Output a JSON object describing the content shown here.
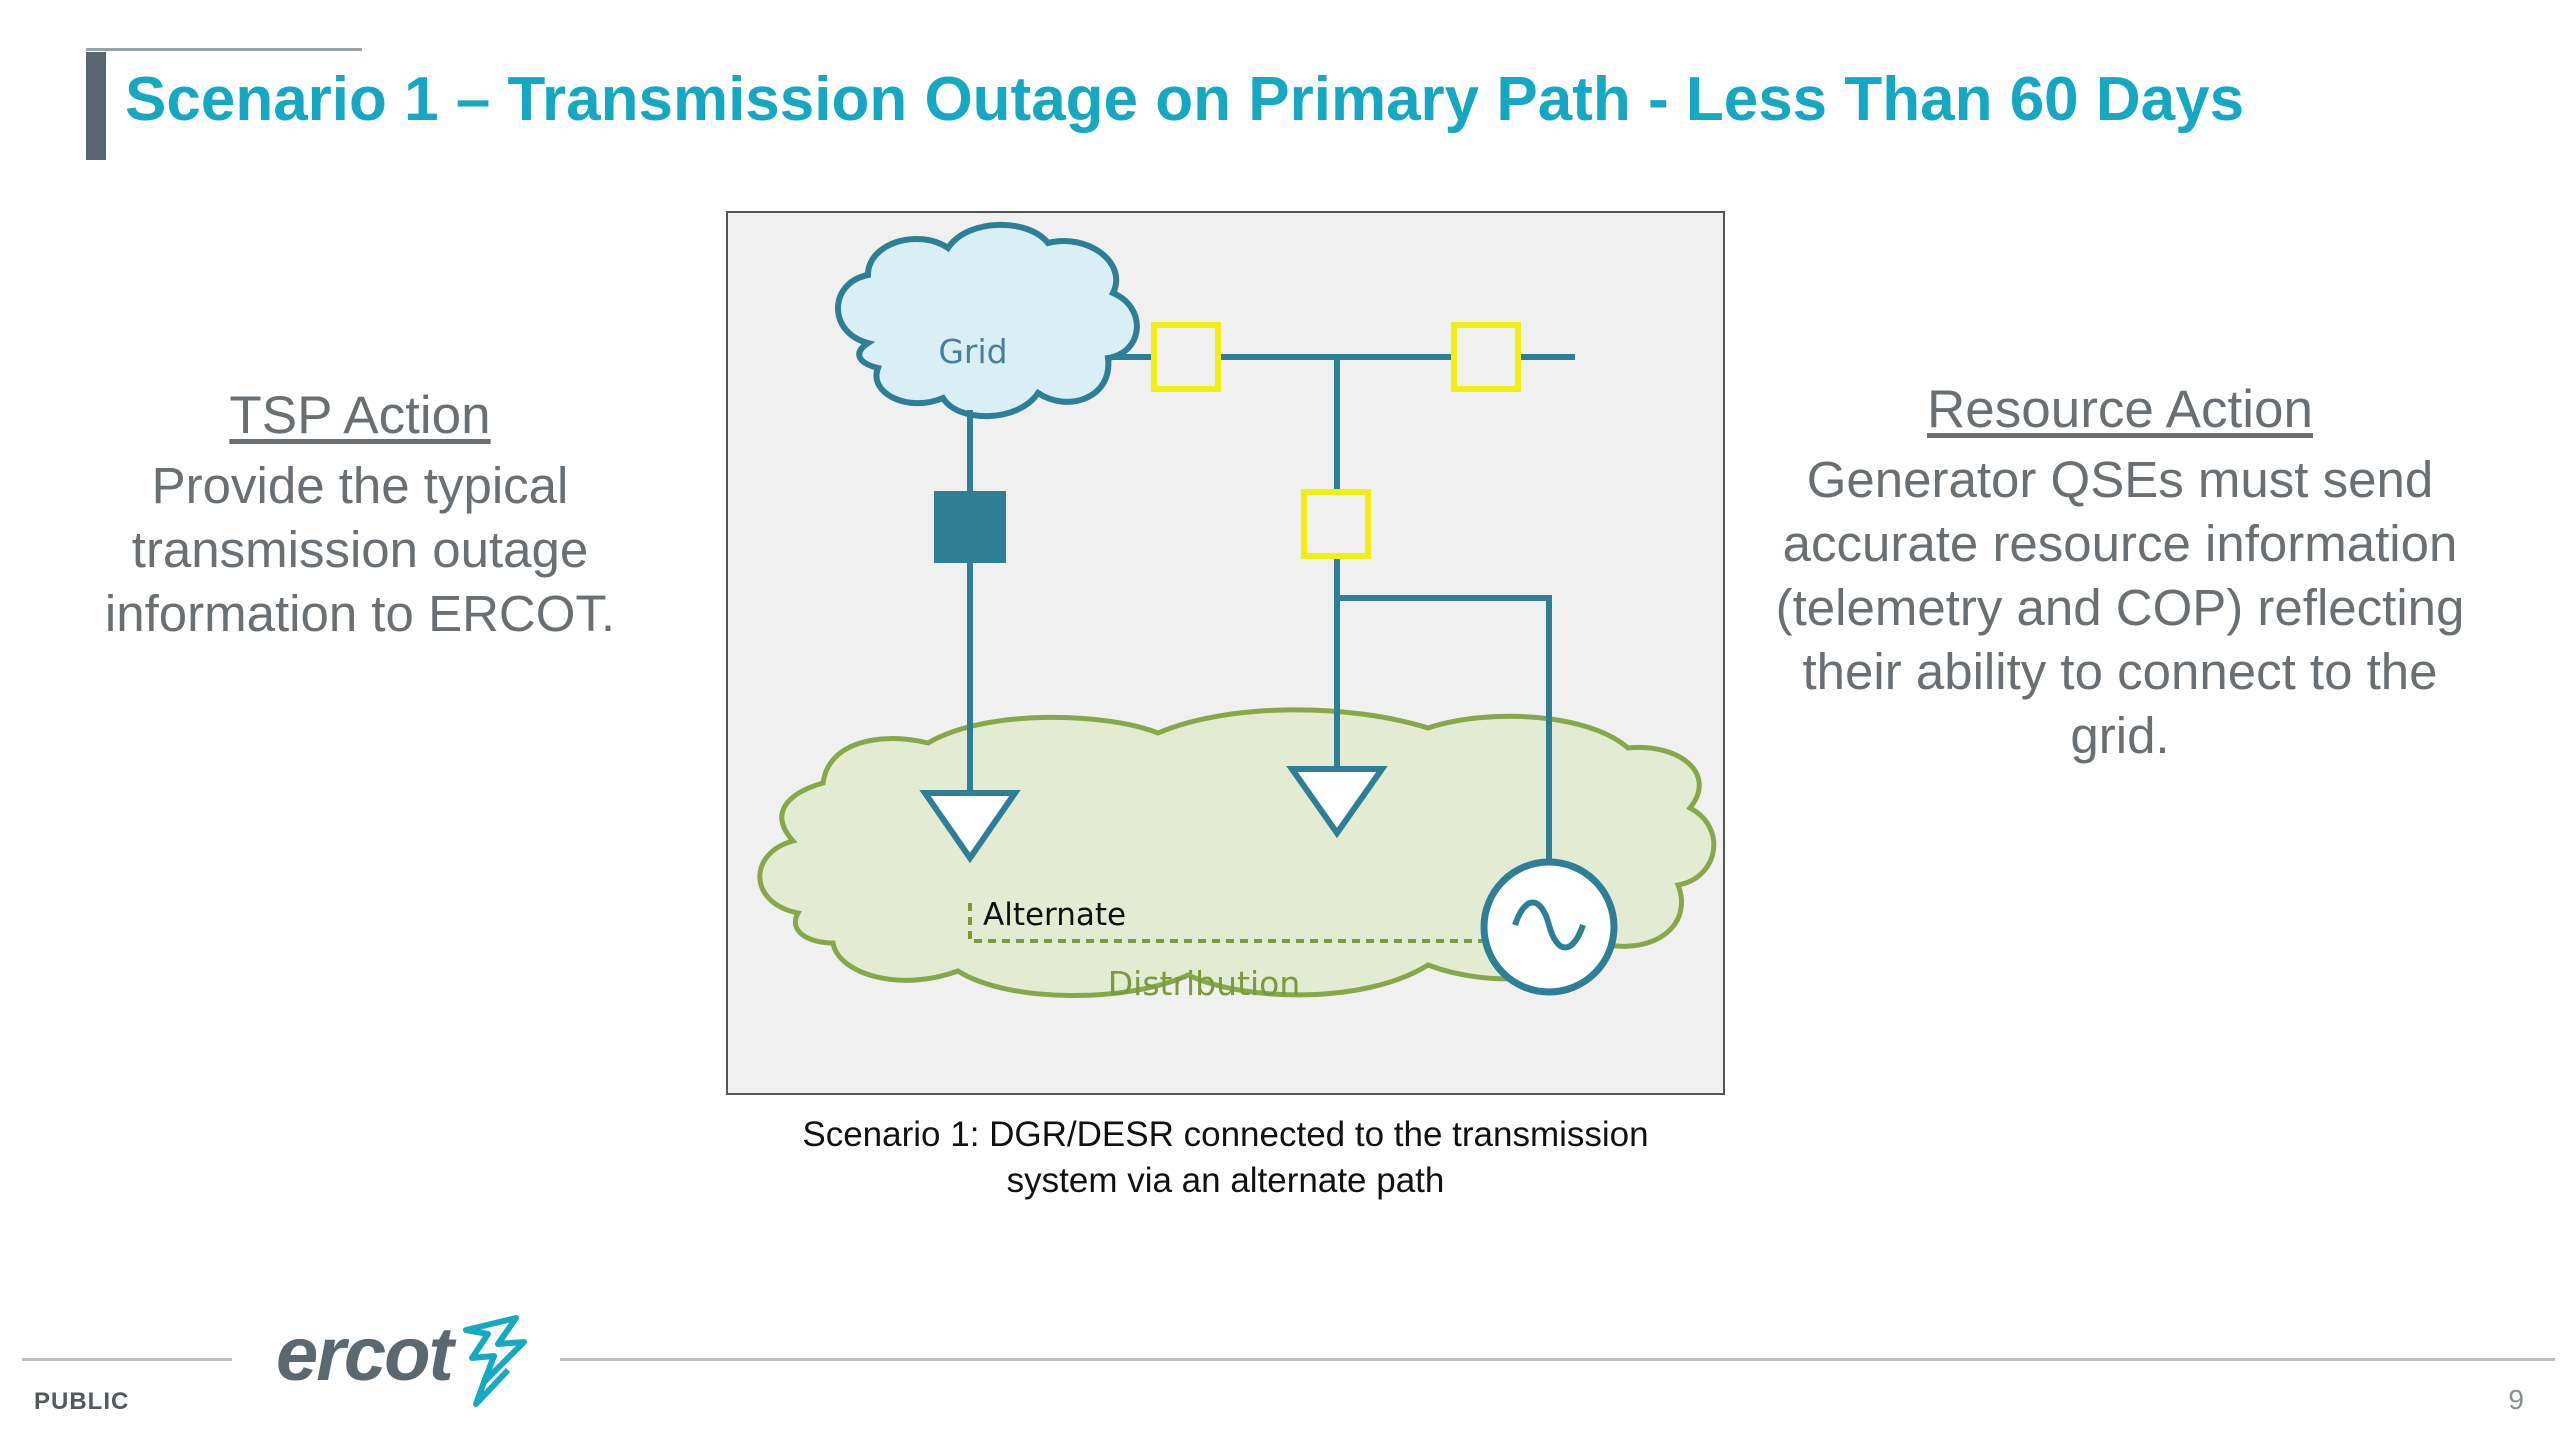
{
  "slide": {
    "title": "Scenario 1 – Transmission Outage on Primary Path -  Less Than 60 Days",
    "page_number": "9",
    "classification": "PUBLIC",
    "logo_text": "ercot"
  },
  "tsp_action": {
    "heading": "TSP Action",
    "lines": [
      "Provide the typical",
      "transmission outage",
      "information to ERCOT."
    ]
  },
  "resource_action": {
    "heading": "Resource Action",
    "lines": [
      "Generator QSEs must send",
      "accurate resource information",
      "(telemetry and COP) reflecting",
      "their ability to connect to the",
      "grid."
    ]
  },
  "diagram": {
    "grid_label": "Grid",
    "alternate_label": "Alternate",
    "distribution_label": "Distribution",
    "caption_lines": [
      "Scenario 1: DGR/DESR connected to the transmission",
      "system via an alternate path"
    ],
    "colors": {
      "line": "#2e7f96",
      "grid_fill": "#d9eef5",
      "distribution_fill": "#e3ebd2",
      "distribution_stroke": "#86a84a",
      "switch_open": "#f2ee12",
      "switch_closed": "#2e7f96",
      "alternate_path": "#7a9a3c"
    }
  },
  "theme": {
    "title_color": "#16a7c2",
    "text_gray": "#6a6f73",
    "accent_bar": "#5a6670"
  }
}
